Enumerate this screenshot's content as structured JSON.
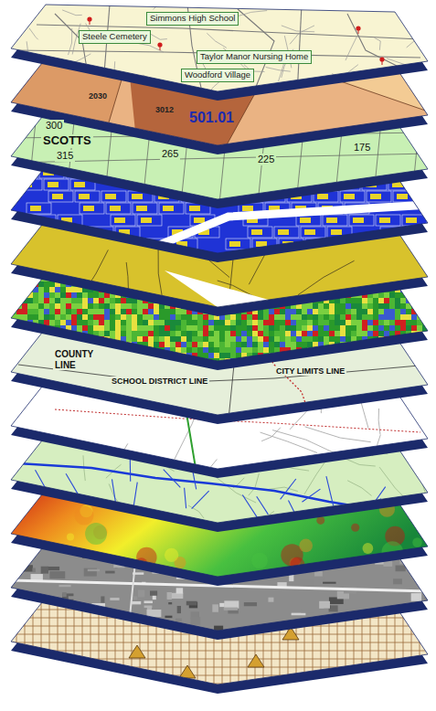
{
  "diagram": {
    "nodes": [
      {
        "text": [
          "Simmons High School"
        ]
      },
      {
        "text": [
          "Steele Cemetery"
        ]
      },
      {
        "text": [
          "Taylor Manor Nursing Home"
        ]
      },
      {
        "text": [
          "Woodford Village"
        ]
      }
    ],
    "labels": [
      "2030",
      "3012",
      "501.01",
      "300",
      "SCOTTS",
      "315",
      "265",
      "225",
      "175",
      "COUNTY LINE",
      "SCHOOL DISTRICT LINE",
      "CITY LIMITS LINE"
    ]
  }
}
